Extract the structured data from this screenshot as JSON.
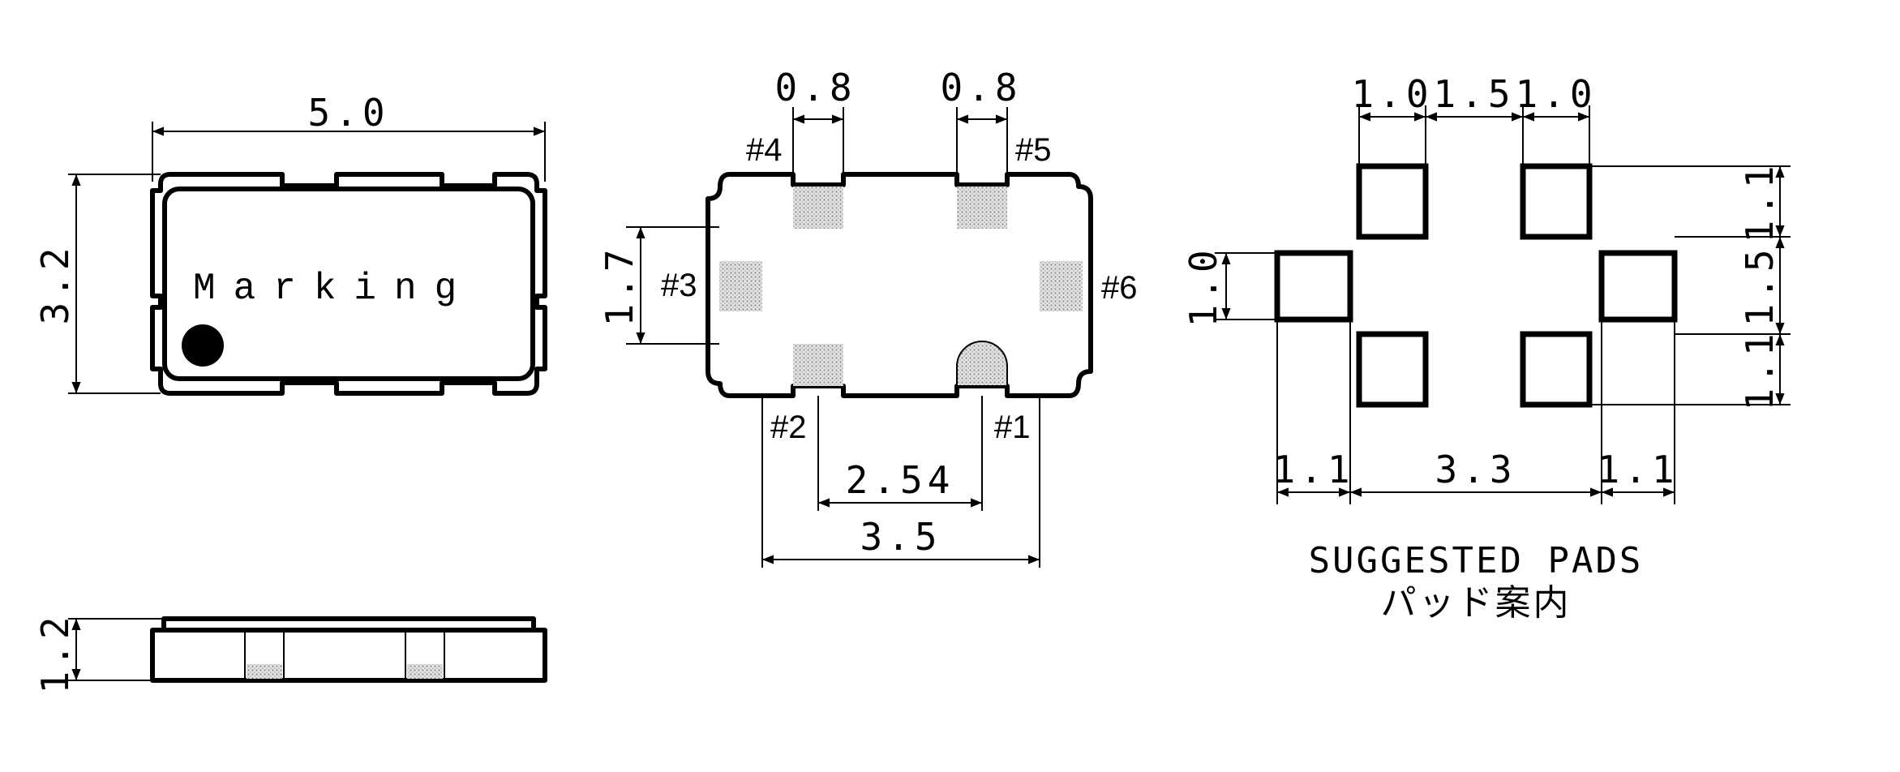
{
  "top_view": {
    "width_label": "5.0",
    "height_label": "3.2",
    "marking_label": "Marking"
  },
  "side_view": {
    "height_label": "1.2"
  },
  "bottom_view": {
    "pad_width_left": "0.8",
    "pad_width_right": "0.8",
    "pad_height": "1.7",
    "pitch": "2.54",
    "span": "3.5",
    "pins": {
      "p1": "#1",
      "p2": "#2",
      "p3": "#3",
      "p4": "#4",
      "p5": "#5",
      "p6": "#6"
    }
  },
  "suggested_pads": {
    "top_widths": [
      "1.0",
      "1.5",
      "1.0"
    ],
    "right_heights": [
      "1.1",
      "1.5",
      "1.1"
    ],
    "left_height": "1.0",
    "bottom_widths": [
      "1.1",
      "3.3",
      "1.1"
    ],
    "caption_en": "SUGGESTED PADS",
    "caption_jp": "パッド案内"
  }
}
